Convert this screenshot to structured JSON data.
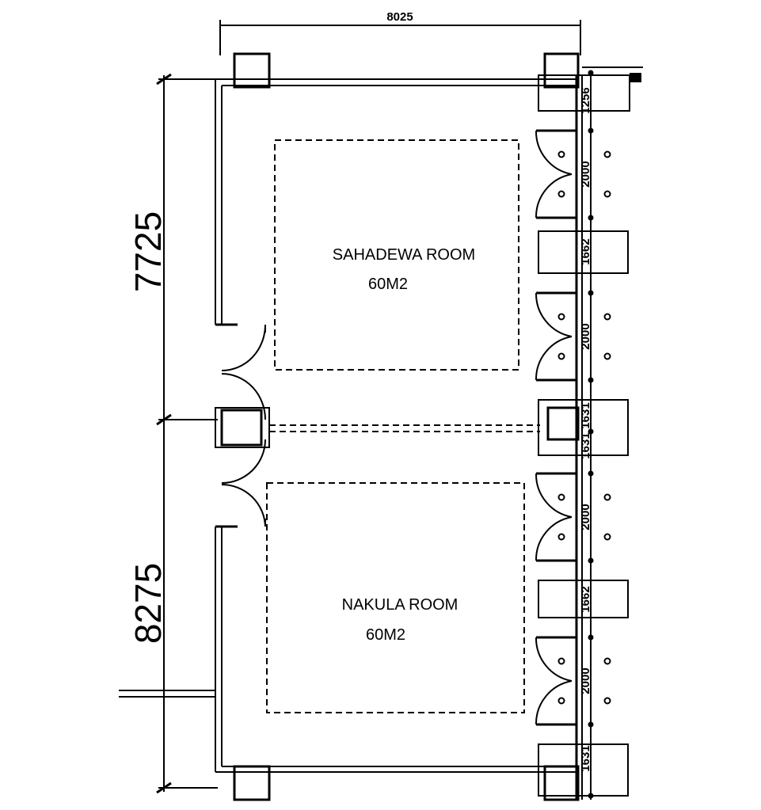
{
  "plan": {
    "overall_width": "8025",
    "upper_length": "7725",
    "lower_length": "8275",
    "rooms": [
      {
        "name": "SAHADEWA ROOM",
        "area": "60M2"
      },
      {
        "name": "NAKULA ROOM",
        "area": "60M2"
      }
    ],
    "right_dims": [
      "1256",
      "2000",
      "1662",
      "2000",
      "1631",
      "1631",
      "2000",
      "1662",
      "2000",
      "1631"
    ]
  }
}
